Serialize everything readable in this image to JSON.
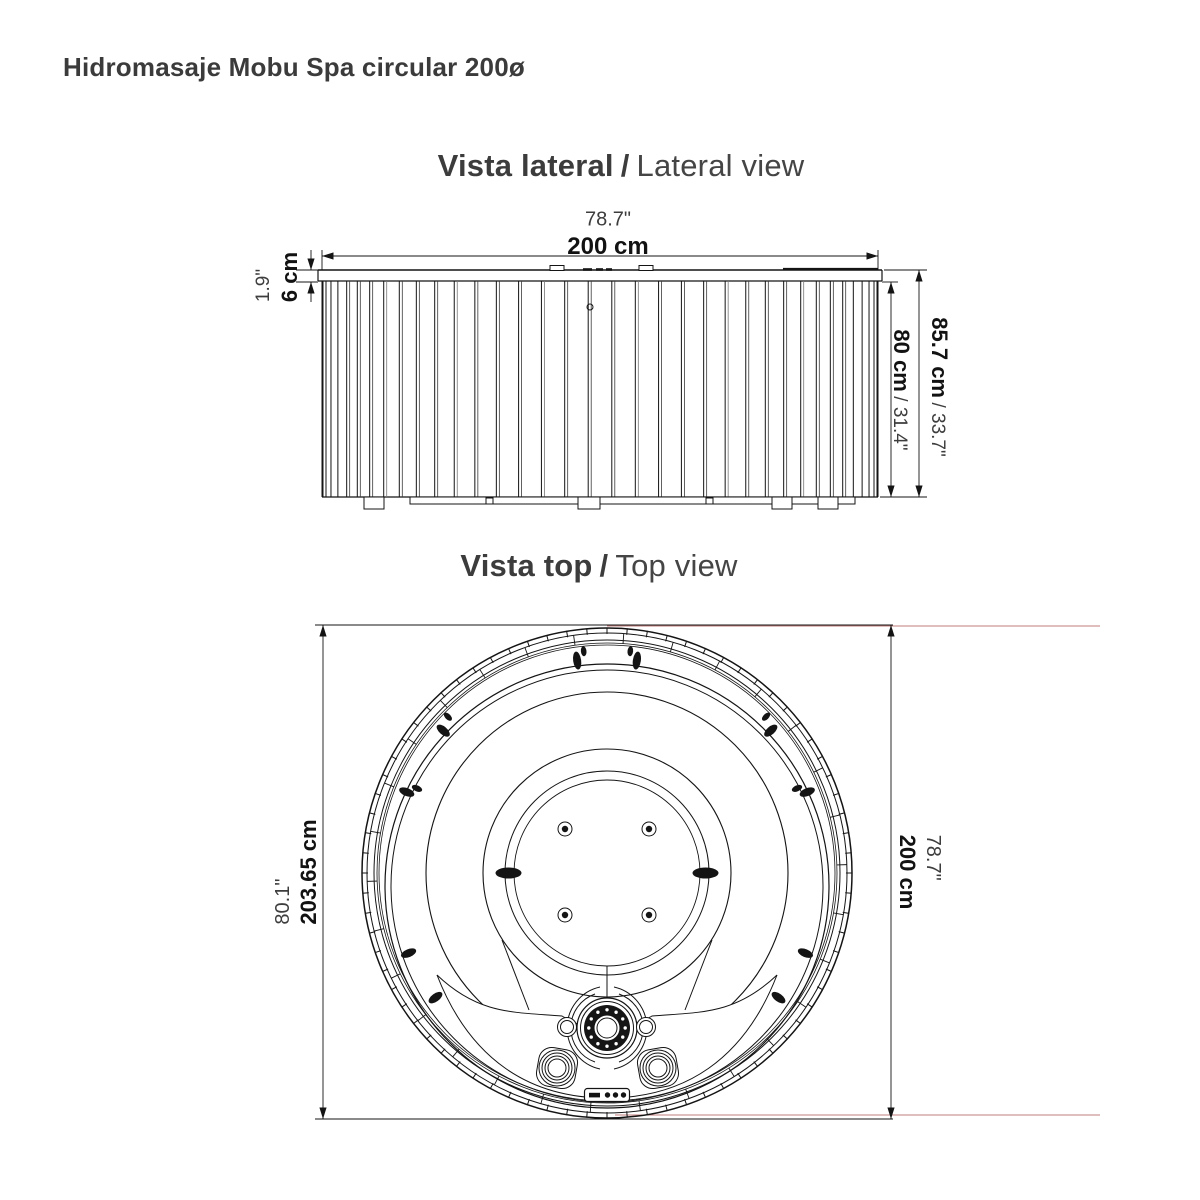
{
  "title": "Hidromasaje Mobu Spa circular 200ø",
  "lateral_view": {
    "heading_primary": "Vista lateral",
    "heading_separator": "/",
    "heading_secondary": "Lateral view",
    "width_inches": "78.7\"",
    "width_cm": "200 cm",
    "lid_height_inches": "1.9\"",
    "lid_height_cm": "6 cm",
    "total_height_cm": "85.7 cm",
    "total_height_inches": "/ 33.7\"",
    "body_height_cm": "80 cm",
    "body_height_inches": "/ 31.4\""
  },
  "top_view": {
    "heading_primary": "Vista top",
    "heading_separator": "/",
    "heading_secondary": "Top view",
    "outer_diameter_inches": "80.1\"",
    "outer_diameter_cm": "203.65 cm",
    "inner_diameter_inches": "78.7\"",
    "inner_diameter_cm": "200 cm"
  },
  "colors": {
    "line": "#141414",
    "guide_accent": "#c27d7d",
    "heading_text": "#3c3c3c"
  },
  "icons": {
    "control_panel": "panel-with-three-dots"
  }
}
